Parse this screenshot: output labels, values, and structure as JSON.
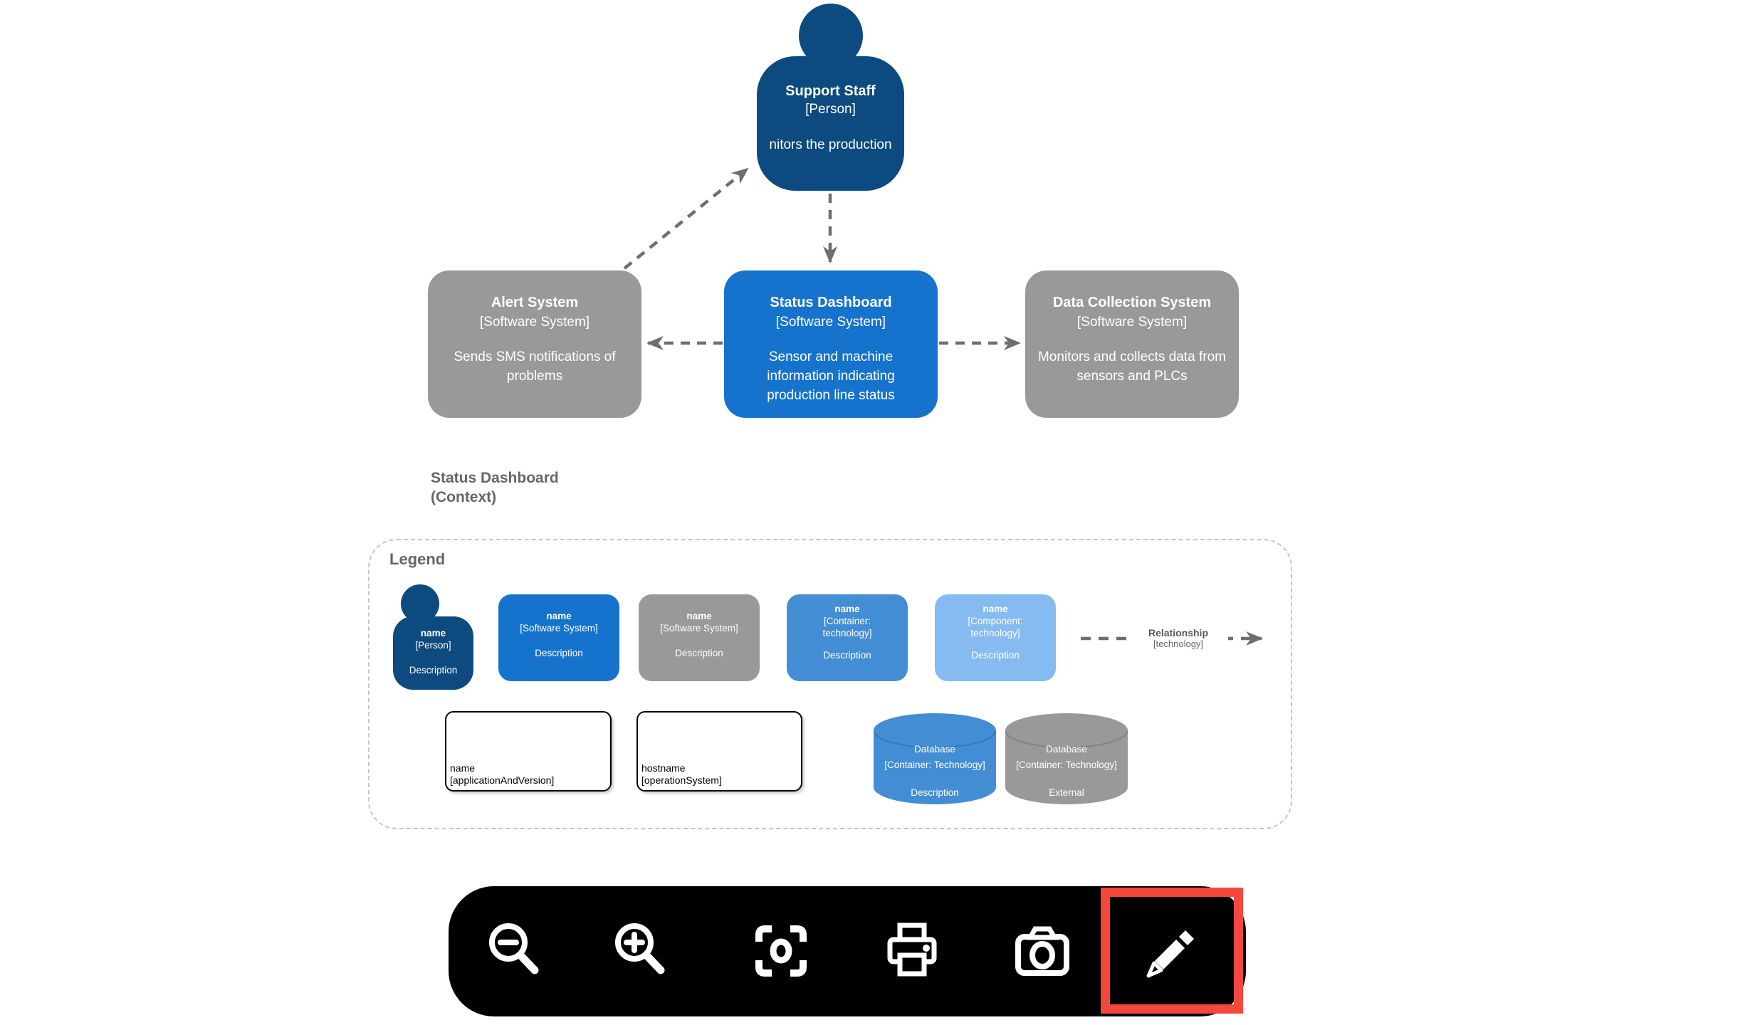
{
  "diagram": {
    "title": {
      "line1": "Status Dashboard",
      "line2": "(Context)"
    },
    "person": {
      "name": "Support Staff",
      "type": "[Person]",
      "description": "nitors the production"
    },
    "systems": [
      {
        "name": "Alert System",
        "type": "[Software System]",
        "description": "Sends SMS notifications of problems"
      },
      {
        "name": "Status Dashboard",
        "type": "[Software System]",
        "description": "Sensor and machine information indicating production line status"
      },
      {
        "name": "Data Collection System",
        "type": "[Software System]",
        "description": "Monitors and collects data from sensors and PLCs"
      }
    ],
    "relationships": [
      {
        "from": "Alert System",
        "to": "Support Staff"
      },
      {
        "from": "Support Staff",
        "to": "Status Dashboard"
      },
      {
        "from": "Status Dashboard",
        "to": "Alert System"
      },
      {
        "from": "Status Dashboard",
        "to": "Data Collection System"
      }
    ]
  },
  "legend": {
    "title": "Legend",
    "person": {
      "name": "name",
      "type": "[Person]",
      "description": "Description"
    },
    "software_system": {
      "name": "name",
      "type": "[Software System]",
      "description": "Description"
    },
    "software_system_external": {
      "name": "name",
      "type": "[Software System]",
      "description": "Description"
    },
    "container": {
      "name": "name",
      "type": "[Container: technology]",
      "description": "Description"
    },
    "component": {
      "name": "name",
      "type": "[Component: technology]",
      "description": "Description"
    },
    "relationship": {
      "name": "Relationship",
      "technology": "[technology]"
    },
    "deployment_node_app": {
      "name": "name",
      "type": "[applicationAndVersion]"
    },
    "deployment_node_host": {
      "name": "hostname",
      "type": "[operationSystem]"
    },
    "database": {
      "name": "Database",
      "type": "[Container: Technology]",
      "description": "Description"
    },
    "database_external": {
      "name": "Database",
      "type": "[Container: Technology]",
      "description": "External"
    }
  },
  "toolbar": {
    "buttons": [
      "zoom-out",
      "zoom-in",
      "center",
      "print",
      "screenshot",
      "edit"
    ],
    "highlighted_button": "edit"
  },
  "colors": {
    "person": "#0d4a80",
    "software_system": "#1673cd",
    "external": "#999999",
    "container": "#438dd5",
    "component": "#85bbf0",
    "arrow": "#6e6e6e",
    "toolbar_bg": "#000000",
    "highlight": "#f4483d"
  }
}
